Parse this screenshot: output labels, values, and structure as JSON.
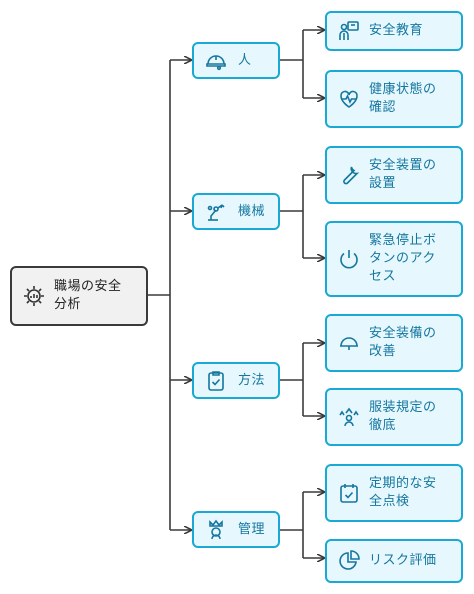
{
  "root": {
    "label_line1": "職場の安全",
    "label_line2": "分析",
    "icon": "gear-chart-icon"
  },
  "categories": [
    {
      "label": "人",
      "icon": "hard-hat-icon",
      "children": [
        {
          "line1": "安全教育",
          "line2": "",
          "icon": "teacher-board-icon"
        },
        {
          "line1": "健康状態の",
          "line2": "確認",
          "icon": "heart-pulse-icon"
        }
      ]
    },
    {
      "label": "機械",
      "icon": "robot-arm-icon",
      "children": [
        {
          "line1": "安全装置の",
          "line2": "設置",
          "icon": "wrench-icon"
        },
        {
          "line1": "緊急停止ボ",
          "line2": "タンのアク",
          "line3": "セス",
          "icon": "power-icon"
        }
      ]
    },
    {
      "label": "方法",
      "icon": "clipboard-check-icon",
      "children": [
        {
          "line1": "安全装備の",
          "line2": "改善",
          "icon": "helmet-icon"
        },
        {
          "line1": "服装規定の",
          "line2": "徹底",
          "icon": "dress-code-icon"
        }
      ]
    },
    {
      "label": "管理",
      "icon": "manager-crown-icon",
      "children": [
        {
          "line1": "定期的な安",
          "line2": "全点検",
          "icon": "calendar-check-icon"
        },
        {
          "line1": "リスク評価",
          "line2": "",
          "icon": "pie-chart-icon"
        }
      ]
    }
  ],
  "colors": {
    "accent": "#19a9d4",
    "accent_fill": "#e6f7fd",
    "text_blue": "#1577a0",
    "line": "#3a3a3a"
  }
}
